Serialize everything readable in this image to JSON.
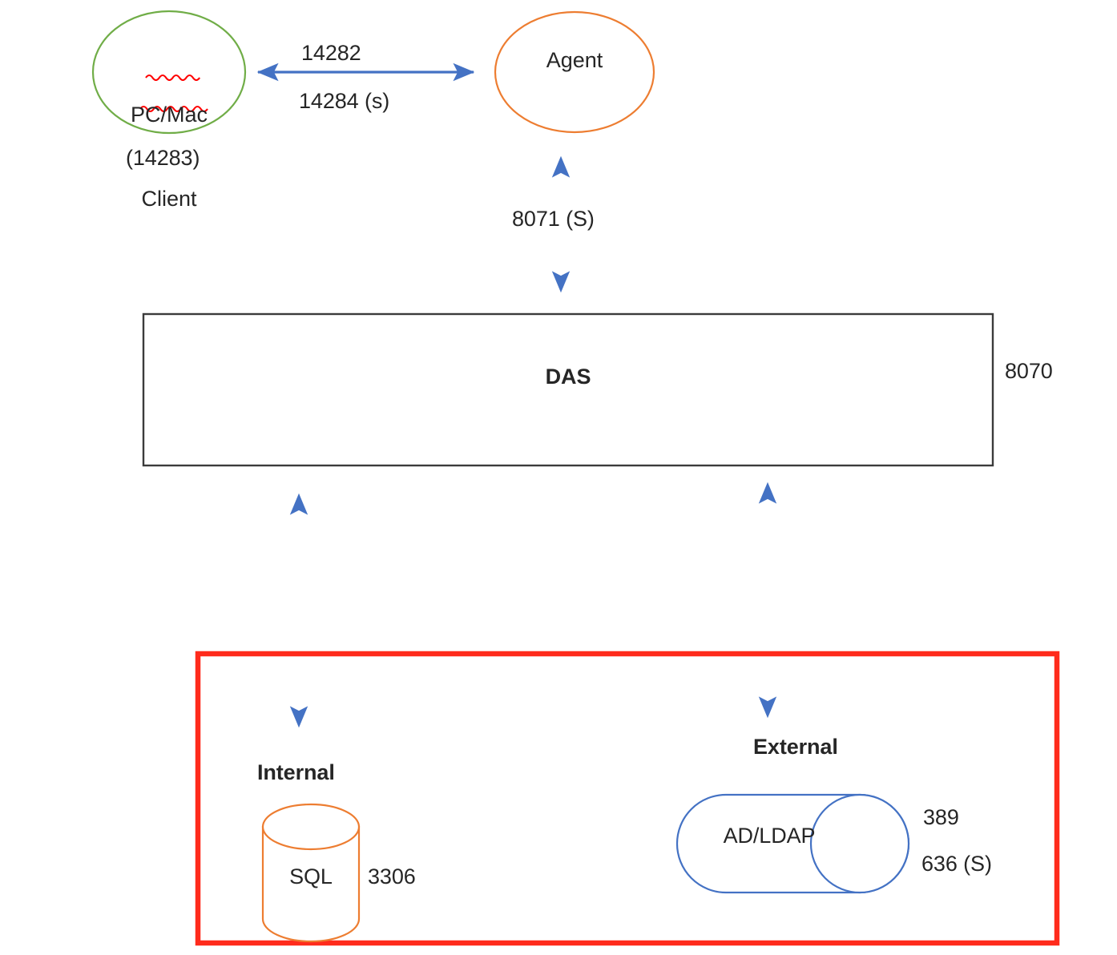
{
  "diagram": {
    "title": "Application port / communication flow diagram",
    "colors": {
      "client_ellipse_stroke": "#70AD47",
      "agent_ellipse_stroke": "#ED7D31",
      "arrow_blue": "#4472C4",
      "das_box_stroke": "#3B3B3B",
      "zone_box_stroke": "#FF2B1C",
      "sql_cylinder_stroke": "#ED7D31",
      "ldap_cylinder_stroke": "#4472C4",
      "text": "#262626",
      "spellcheck_underline": "#FF0000"
    },
    "nodes": {
      "client": {
        "label_line1": "PC/Mac",
        "label_line2": "Client",
        "shape": "ellipse",
        "extra_port": "(14283)"
      },
      "agent": {
        "label": "Agent",
        "shape": "ellipse"
      },
      "das": {
        "label": "DAS",
        "shape": "rectangle",
        "port": "8070"
      },
      "sql": {
        "label": "SQL",
        "shape": "cylinder-vertical",
        "port": "3306",
        "zone_label": "Internal"
      },
      "ldap": {
        "label": "AD/LDAP",
        "shape": "cylinder-horizontal",
        "port_1": "389",
        "port_2": "636 (S)",
        "zone_label": "External"
      }
    },
    "connections": {
      "client_agent": {
        "port_top": "14282",
        "port_bottom": "14284 (s)",
        "direction": "bidirectional-horizontal"
      },
      "agent_das": {
        "port": "8071 (S)",
        "direction": "bidirectional-vertical"
      },
      "das_sql": {
        "direction": "bidirectional-vertical"
      },
      "das_ldap": {
        "direction": "bidirectional-vertical"
      }
    }
  }
}
